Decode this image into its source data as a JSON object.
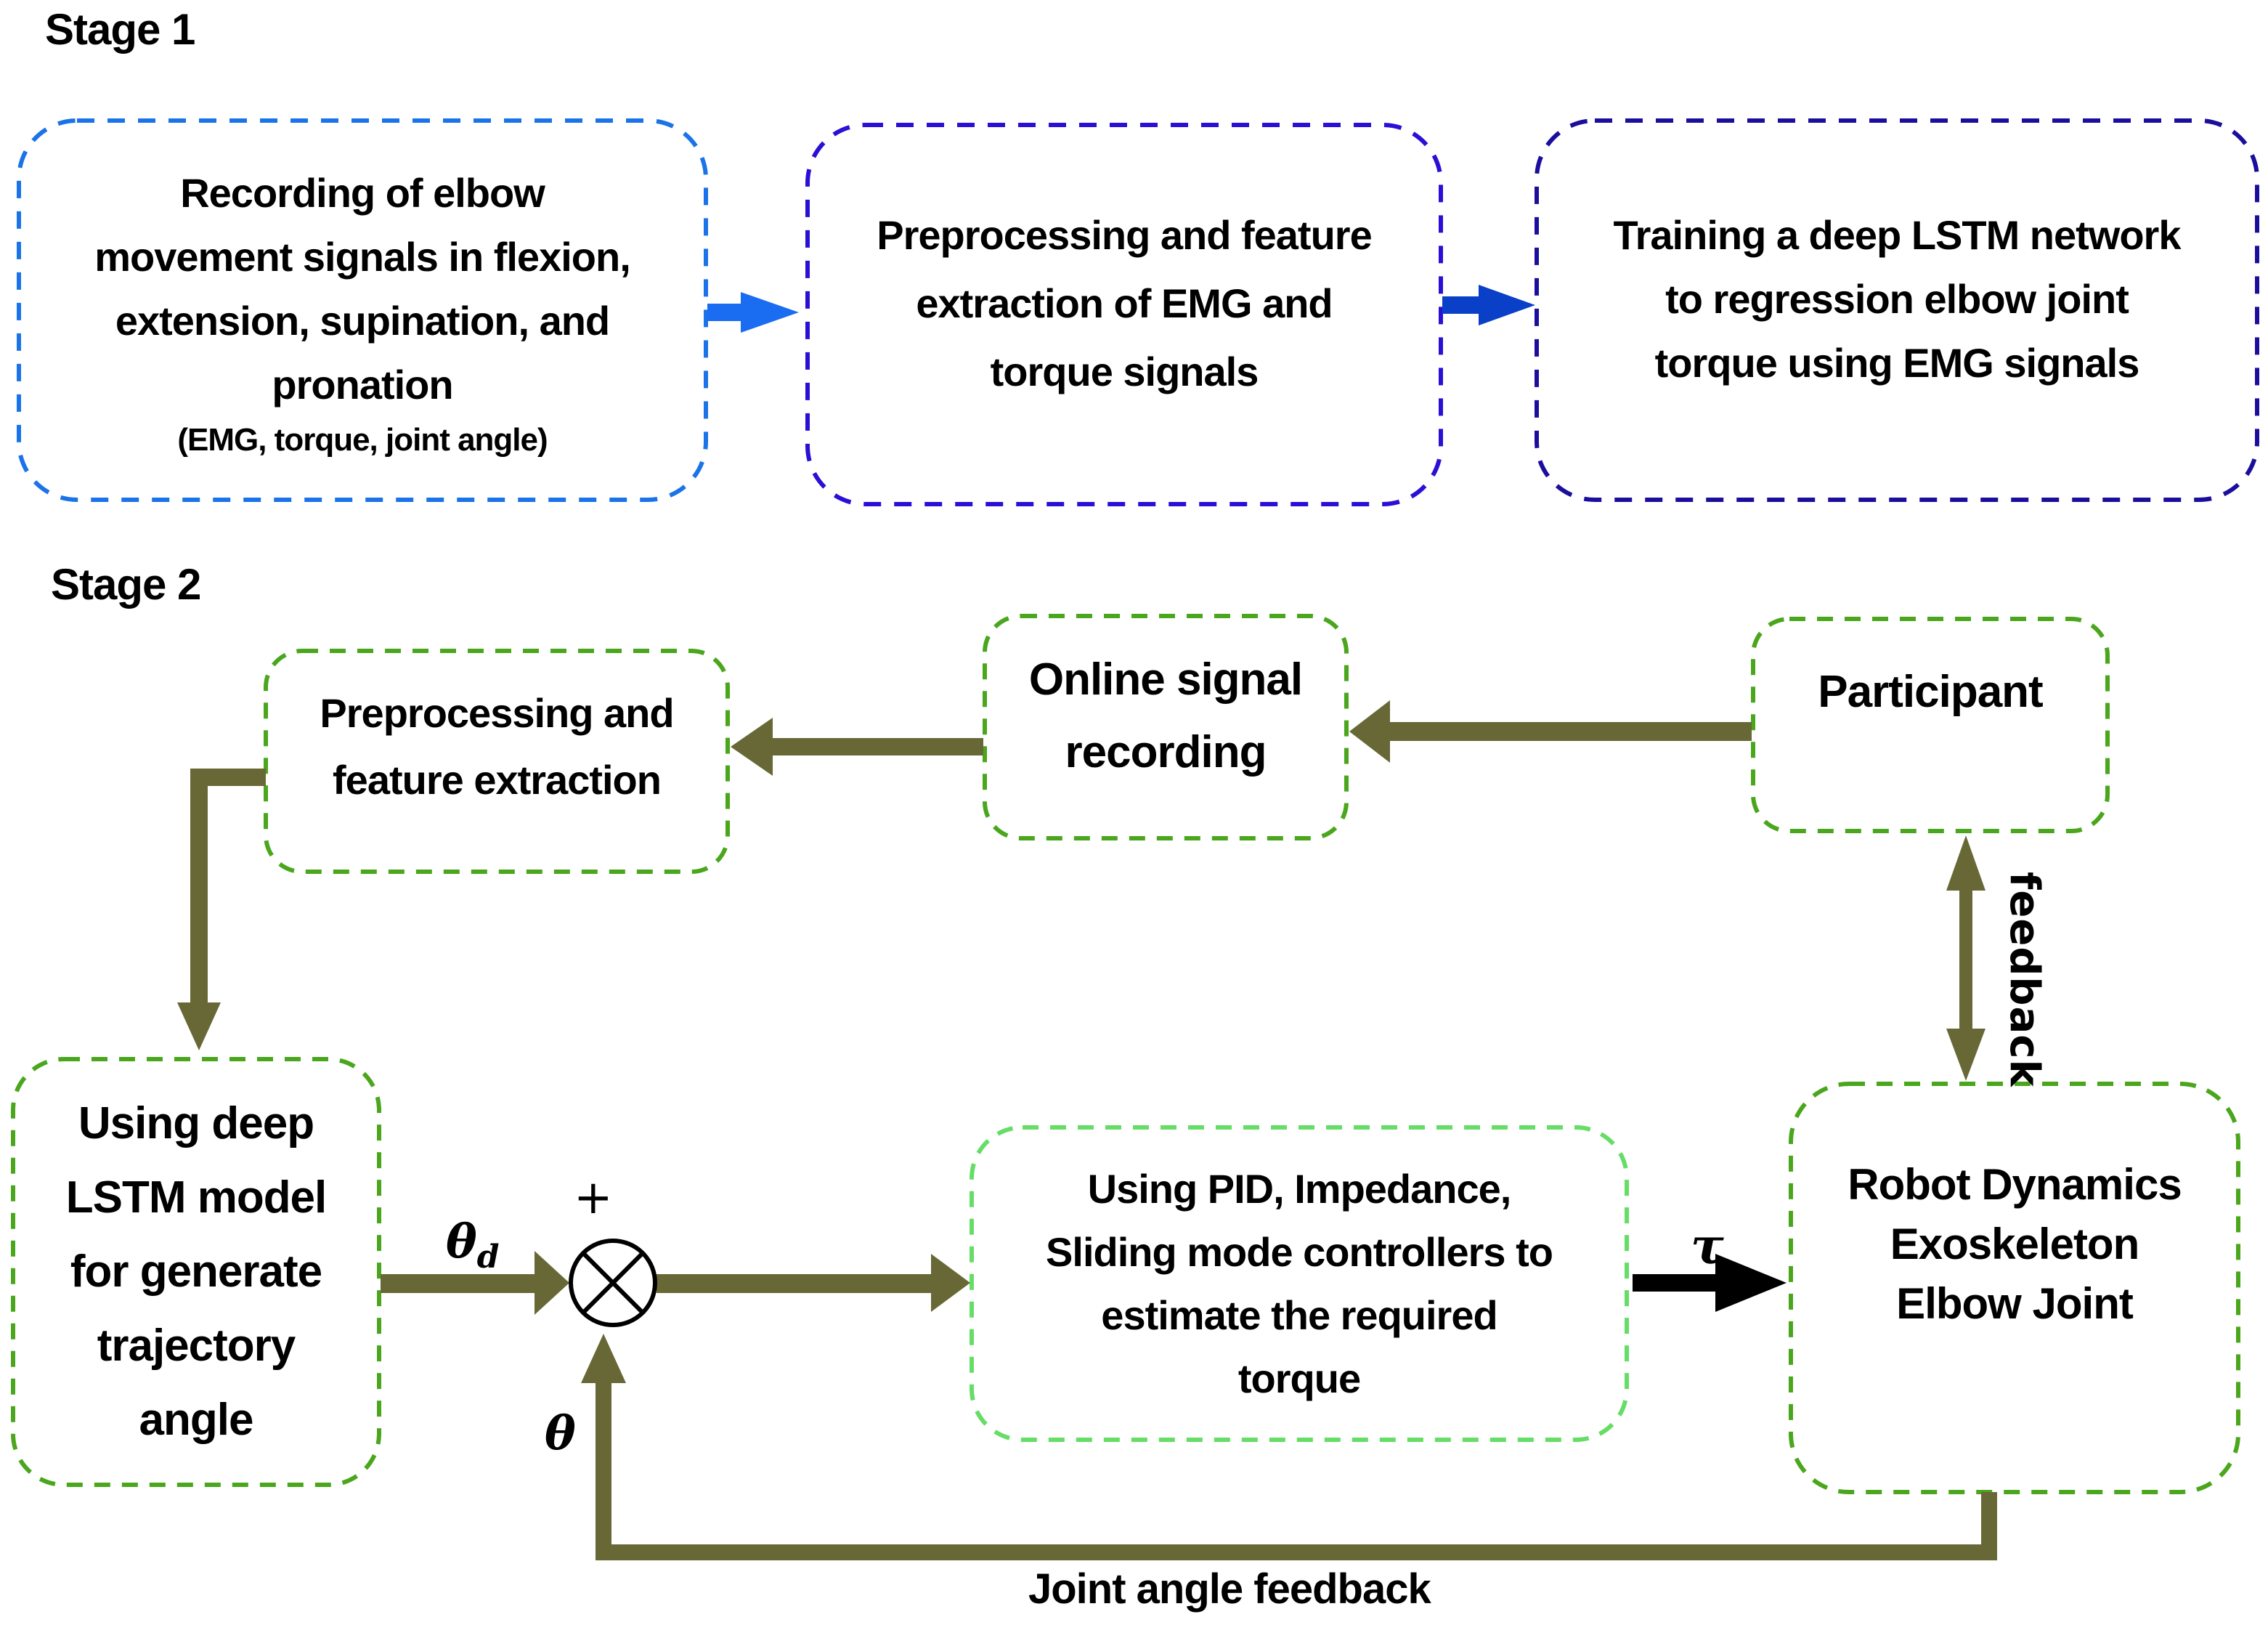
{
  "stage1": {
    "title": "Stage 1",
    "boxes": [
      {
        "lines": [
          "Recording of elbow",
          "movement signals in flexion,",
          "extension, supination, and",
          "pronation"
        ],
        "sublabel": "(EMG, torque, joint angle)",
        "border_color": "#1a73e8"
      },
      {
        "lines": [
          "Preprocessing and feature",
          "extraction of EMG and",
          "torque signals"
        ],
        "border_color": "#2a0fd6"
      },
      {
        "lines": [
          "Training a deep LSTM network",
          "to regression elbow joint",
          "torque using EMG signals"
        ],
        "border_color": "#1c0e9c"
      }
    ],
    "arrow_colors": [
      "#1a6cf0",
      "#0a3fc8"
    ]
  },
  "stage2": {
    "title": "Stage 2",
    "boxes": {
      "preprocessing": {
        "lines": [
          "Preprocessing and",
          "feature extraction"
        ]
      },
      "online_recording": {
        "lines": [
          "Online signal",
          "recording"
        ]
      },
      "participant": {
        "lines": [
          "Participant"
        ]
      },
      "lstm_model": {
        "lines": [
          "Using deep",
          "LSTM model",
          "for generate",
          "trajectory",
          "angle"
        ]
      },
      "controllers": {
        "lines": [
          "Using PID, Impedance,",
          "Sliding mode controllers to",
          "estimate the required",
          "torque"
        ]
      },
      "robot": {
        "lines": [
          "Robot Dynamics",
          "Exoskeleton",
          "Elbow Joint"
        ]
      }
    },
    "labels": {
      "theta_d": "θ",
      "theta_d_sub": "d",
      "plus": "+",
      "theta": "θ",
      "tau": "τ",
      "feedback_vertical": "feedback",
      "joint_angle_feedback": "Joint angle feedback"
    },
    "colors": {
      "box_border": "#4aa61c",
      "controller_border": "#66dd66",
      "arrow": "#686837",
      "torque_arrow": "#000000"
    }
  }
}
